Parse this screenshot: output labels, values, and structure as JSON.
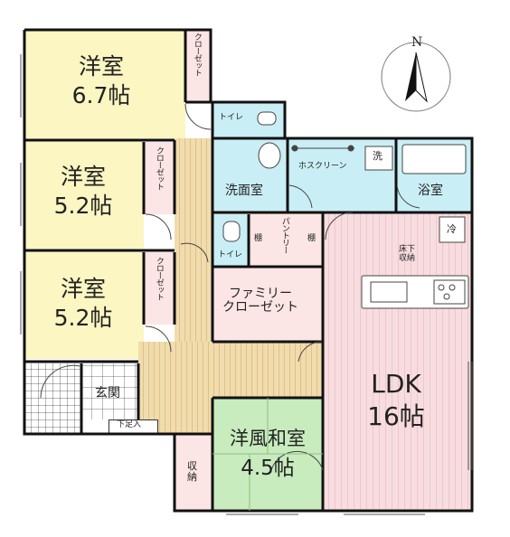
{
  "colors": {
    "western_room": "#fbf6c2",
    "closet": "#fbe5e5",
    "water": "#c9eef5",
    "ldk": "#f7dde0",
    "ldk_stripe": "#efc6cc",
    "hall": "#f0dcae",
    "hall_stripe": "#d6b070",
    "japanese": "#c8ecbe",
    "wall": "#111111"
  },
  "rooms": {
    "room1": {
      "name": "洋室",
      "size": "6.7帖"
    },
    "room2": {
      "name": "洋室",
      "size": "5.2帖"
    },
    "room3": {
      "name": "洋室",
      "size": "5.2帖"
    },
    "closet1": "クローゼット",
    "closet2": "クローゼット",
    "closet3": "クローゼット",
    "toilet_upper": "トイレ",
    "washroom": "洗面室",
    "hose_screen": "ホスクリーン",
    "washer": "洗",
    "bathroom": "浴室",
    "shelf_left": "棚",
    "pantry": "パントリー",
    "shelf_right": "棚",
    "toilet_lower": "トイレ",
    "fridge": "冷",
    "underfloor_storage": "床下\n収納",
    "family_closet": "ファミリー\nクローゼット",
    "ldk": {
      "name": "LDK",
      "size": "16帖"
    },
    "entrance": "玄関",
    "shoe_box": "下足入",
    "japanese": {
      "name": "洋風和室",
      "size": "4.5帖"
    },
    "storage": "収\n納"
  },
  "compass": {
    "north_label": "N",
    "icon": "north-arrow-icon"
  }
}
